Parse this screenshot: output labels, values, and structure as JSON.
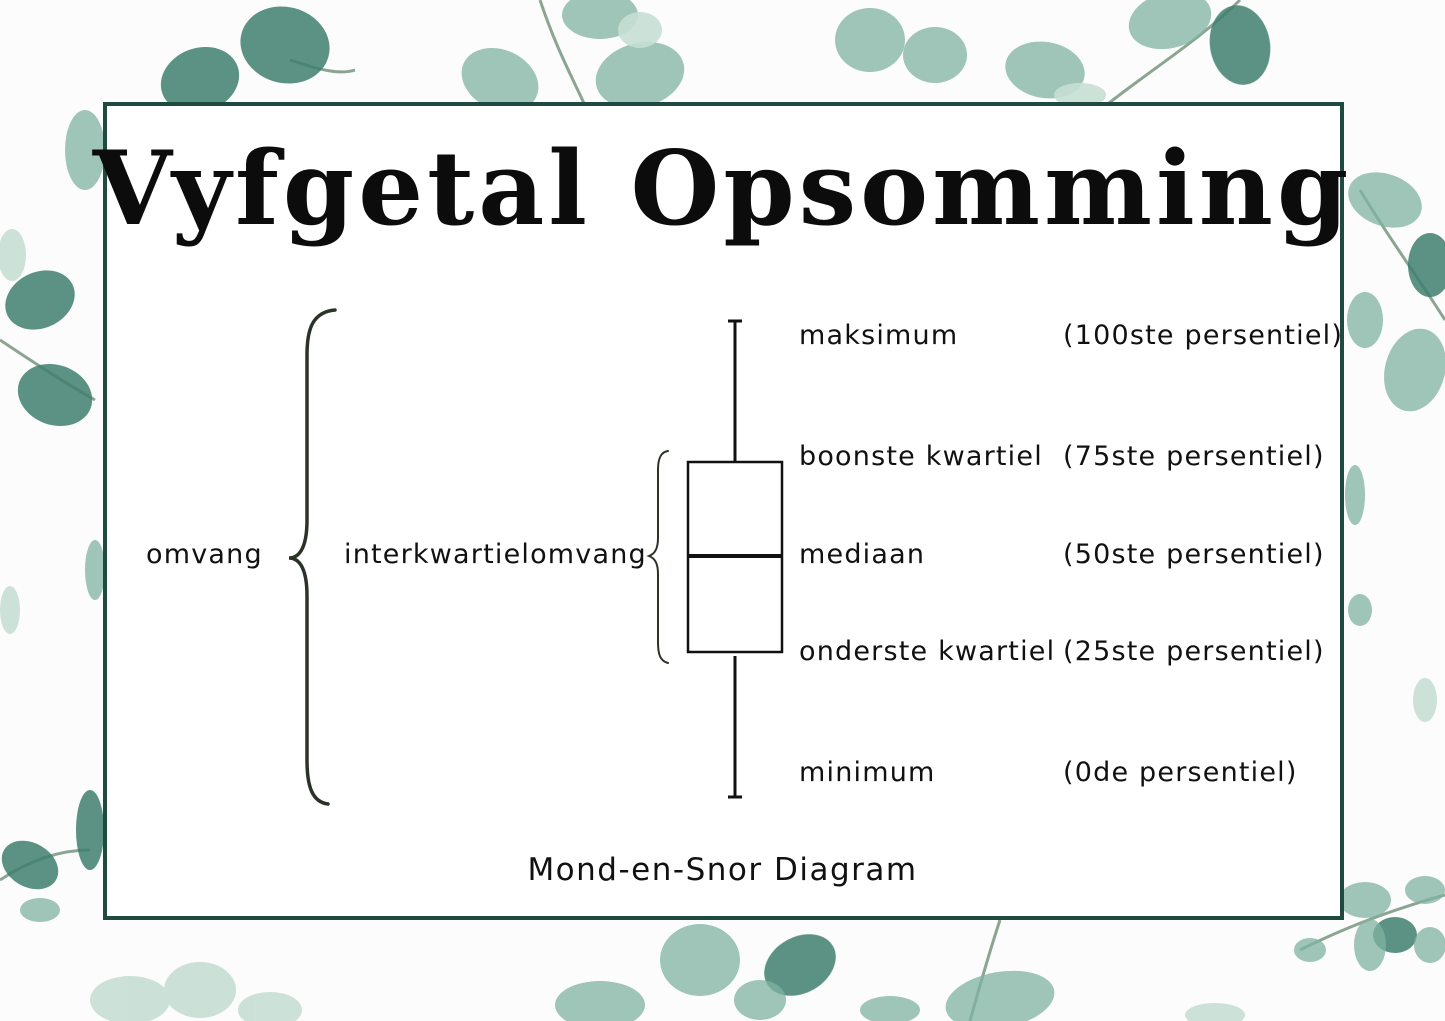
{
  "title": "Vyfgetal Opsomming",
  "caption": "Mond-en-Snor Diagram",
  "labels": {
    "range": "omvang",
    "iqr": "interkwartielomvang"
  },
  "five_numbers": [
    {
      "name": "maksimum",
      "percentile": "(100ste persentiel)"
    },
    {
      "name": "boonste kwartiel",
      "percentile": "(75ste persentiel)"
    },
    {
      "name": "mediaan",
      "percentile": "(50ste persentiel)"
    },
    {
      "name": "onderste kwartiel",
      "percentile": "(25ste persentiel)"
    },
    {
      "name": "minimum",
      "percentile": "(0de persentiel)"
    }
  ],
  "colors": {
    "frame": "#1f4a40",
    "leaf_dark": "#3f7f6e",
    "leaf_mid": "#7fb3a2",
    "leaf_light": "#c6ded3",
    "ink": "#111111",
    "brace": "#2b3328"
  }
}
